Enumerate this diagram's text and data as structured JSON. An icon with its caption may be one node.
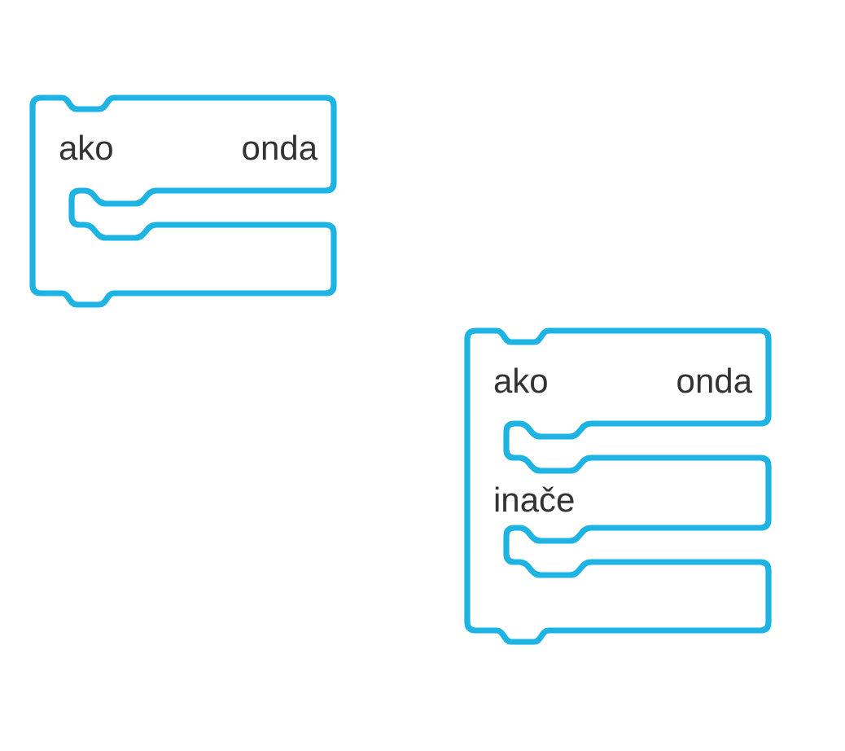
{
  "diagram": {
    "nodes": [
      {
        "text": [
          "ako",
          "onda"
        ]
      },
      {
        "text": [
          "ako",
          "onda",
          "inače"
        ]
      }
    ]
  }
}
